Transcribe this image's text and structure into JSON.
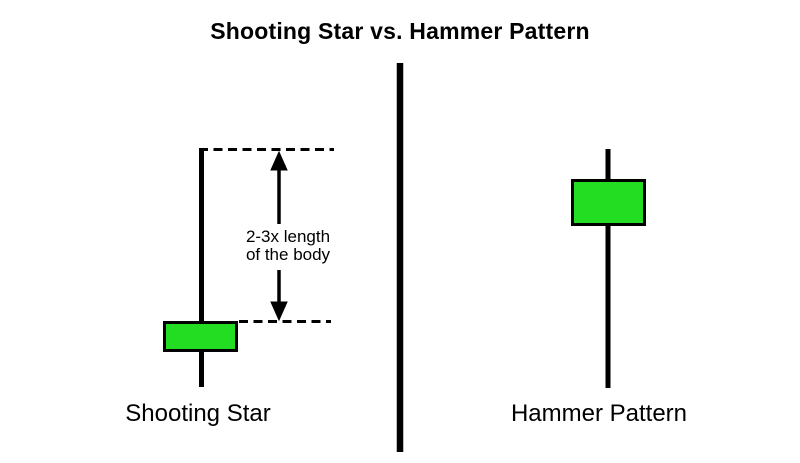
{
  "title": "Shooting Star vs. Hammer Pattern",
  "colors": {
    "candle_fill": "#22DD22",
    "line": "#000000",
    "background": "#FFFFFF"
  },
  "left_panel": {
    "label": "Shooting Star",
    "annotation": {
      "line1": "2-3x length",
      "line2": "of the body"
    }
  },
  "right_panel": {
    "label": "Hammer Pattern"
  }
}
